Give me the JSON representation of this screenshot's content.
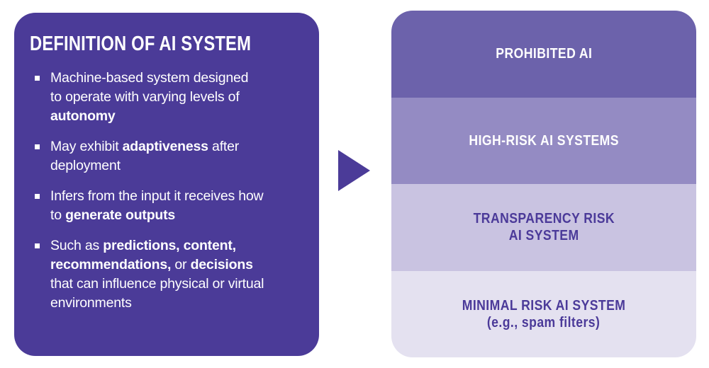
{
  "colors": {
    "left_panel_bg": "#4B3B98",
    "arrow": "#4B3B98",
    "band_prohibited_bg": "#6C62AB",
    "band_high_risk_bg": "#948BC3",
    "band_transparency_bg": "#C9C3E1",
    "band_minimal_bg": "#E4E1F0",
    "light_text": "#FFFFFF",
    "dark_band_text": "#4B3A99"
  },
  "left_panel": {
    "title": "DEFINITION OF AI SYSTEM",
    "bullets": [
      {
        "lines": [
          [
            {
              "text": "Machine-based system designed",
              "bold": false
            }
          ],
          [
            {
              "text": "to operate with varying levels of",
              "bold": false
            }
          ],
          [
            {
              "text": "autonomy",
              "bold": true
            }
          ]
        ]
      },
      {
        "lines": [
          [
            {
              "text": "May exhibit ",
              "bold": false
            },
            {
              "text": "adaptiveness",
              "bold": true
            },
            {
              "text": " after",
              "bold": false
            }
          ],
          [
            {
              "text": "deployment",
              "bold": false
            }
          ]
        ]
      },
      {
        "lines": [
          [
            {
              "text": "Infers from the input it receives how",
              "bold": false
            }
          ],
          [
            {
              "text": "to ",
              "bold": false
            },
            {
              "text": "generate outputs",
              "bold": true
            }
          ]
        ]
      },
      {
        "lines": [
          [
            {
              "text": "Such as ",
              "bold": false
            },
            {
              "text": "predictions, content,",
              "bold": true
            }
          ],
          [
            {
              "text": "recommendations,",
              "bold": true
            },
            {
              "text": " or ",
              "bold": false
            },
            {
              "text": "decisions",
              "bold": true
            }
          ],
          [
            {
              "text": "that can influence physical or virtual",
              "bold": false
            }
          ],
          [
            {
              "text": "environments",
              "bold": false
            }
          ]
        ]
      }
    ]
  },
  "arrow": {
    "icon": "right-triangle-arrow"
  },
  "right_panel": {
    "bands": [
      {
        "name": "prohibited-ai",
        "lines": [
          "PROHIBITED AI"
        ]
      },
      {
        "name": "high-risk-ai-systems",
        "lines": [
          "HIGH-RISK AI SYSTEMS"
        ]
      },
      {
        "name": "transparency-risk-ai-system",
        "lines": [
          "TRANSPARENCY RISK",
          "AI SYSTEM"
        ]
      },
      {
        "name": "minimal-risk-ai-system",
        "lines": [
          "MINIMAL RISK AI SYSTEM",
          "(e.g., spam filters)"
        ]
      }
    ]
  }
}
